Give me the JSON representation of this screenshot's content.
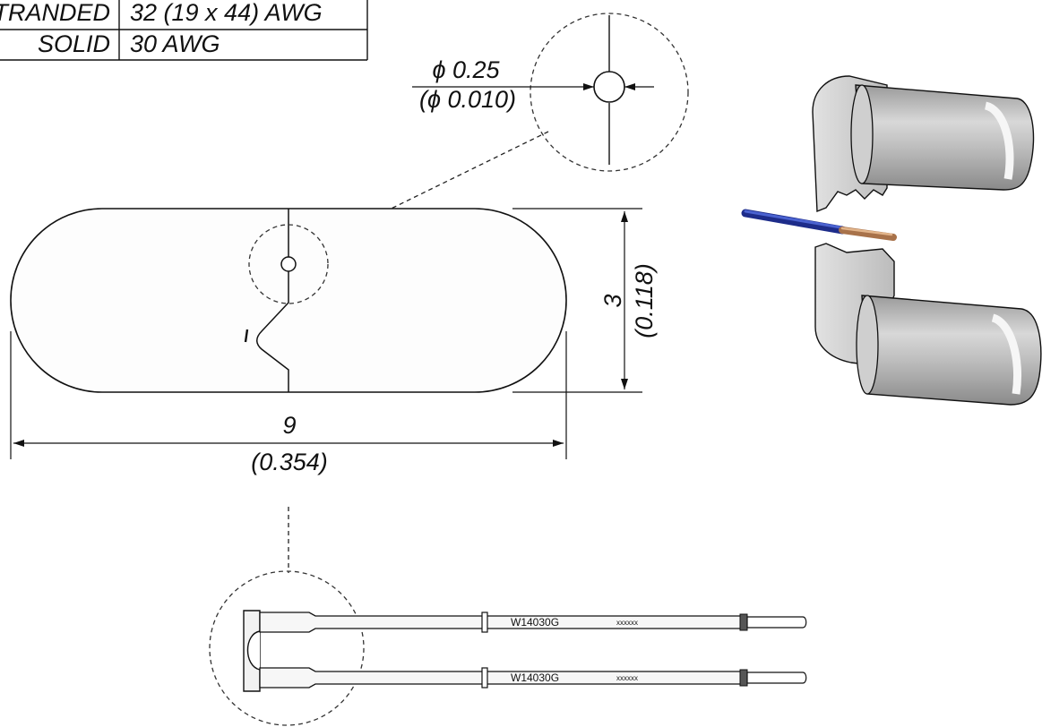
{
  "spec_table": {
    "rows": [
      {
        "label": "STRANDED",
        "value": "32 (19 x 44) AWG"
      },
      {
        "label": "SOLID",
        "value": "30 AWG"
      }
    ]
  },
  "dimensions": {
    "hole_diameter_mm": "ϕ 0.25",
    "hole_diameter_in": "(ϕ 0.010)",
    "height_mm": "3",
    "height_in": "(0.118)",
    "width_mm": "9",
    "width_in": "(0.354)"
  },
  "cartridge": {
    "upper_code": "W14030G",
    "upper_serial": "xxxxxx",
    "lower_code": "W14030G",
    "lower_serial": "xxxxxx"
  }
}
